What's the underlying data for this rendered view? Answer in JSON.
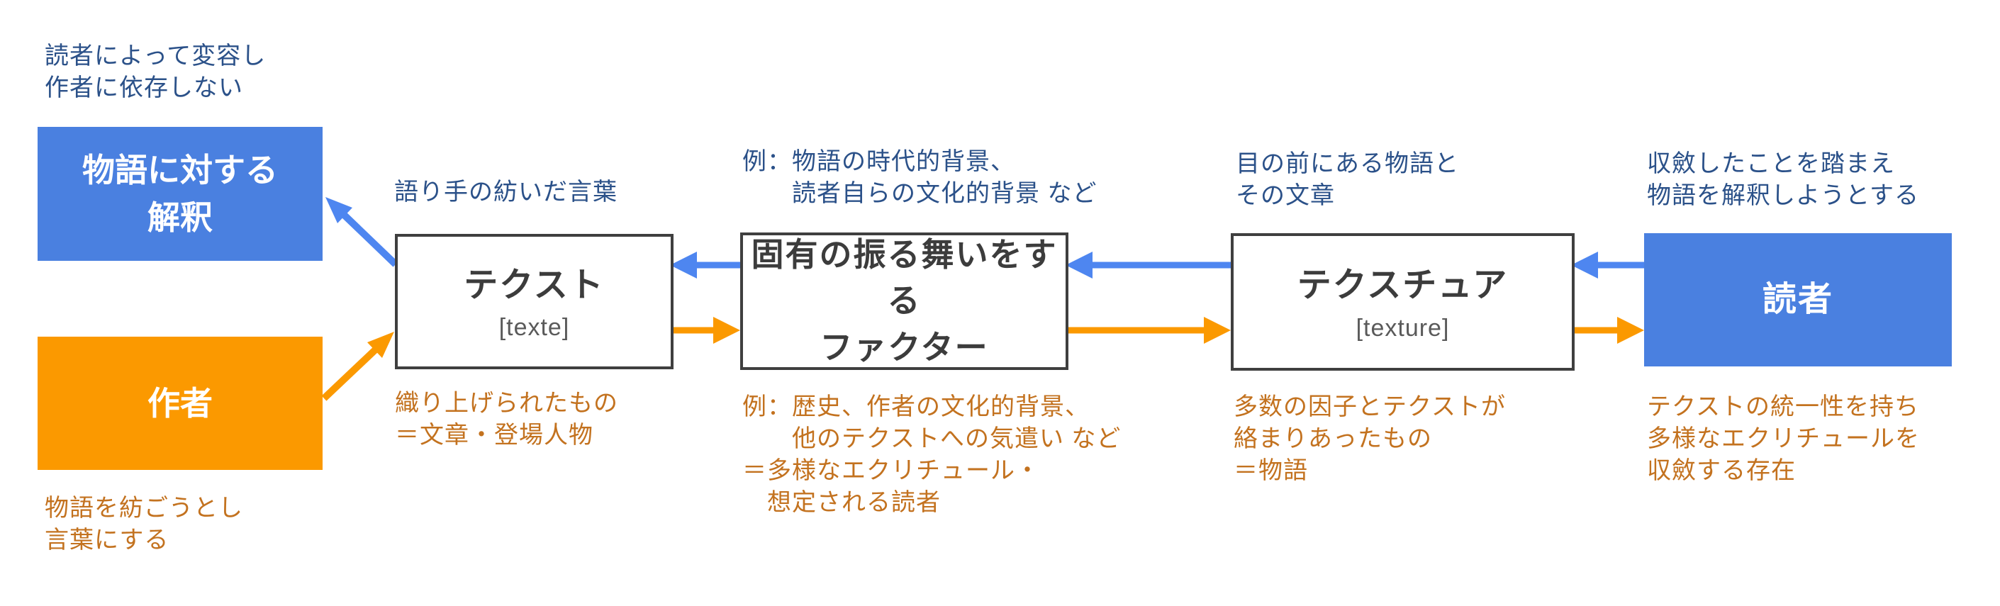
{
  "left": {
    "top_note": "読者によって変容し\n作者に依存しない",
    "interpretation_title": "物語に対する\n解釈",
    "author_title": "作者",
    "author_note": "物語を紡ごうとし\n言葉にする"
  },
  "text_node": {
    "top_note": "語り手の紡いだ言葉",
    "title": "テクスト",
    "subtitle": "[texte]",
    "bottom_note": "織り上げられたもの\n＝文章・登場人物"
  },
  "factor_node": {
    "top_note": "例：物語の時代的背景、\n　　読者自らの文化的背景 など",
    "title": "固有の振る舞いをする\nファクター",
    "bottom_note": "例：歴史、作者の文化的背景、\n　　他のテクストへの気遣い など\n＝多様なエクリチュール・\n　想定される読者"
  },
  "texture_node": {
    "top_note": "目の前にある物語と\nその文章",
    "title": "テクスチュア",
    "subtitle": "[texture]",
    "bottom_note": "多数の因子とテクストが\n絡まりあったもの\n＝物語"
  },
  "reader_node": {
    "top_note": "収斂したことを踏まえ\n物語を解釈しようとする",
    "title": "読者",
    "bottom_note": "テクストの統一性を持ち\n多様なエクリチュールを\n収斂する存在"
  },
  "colors": {
    "box_blue": "#4A80E0",
    "box_orange": "#FB9900",
    "arrow_blue": "#4E86F0",
    "arrow_orange": "#FB9900",
    "note_blue": "#2B5189",
    "note_orange": "#C3721F",
    "node_border": "#3F3F3F",
    "node_title": "#3C3C3C"
  }
}
